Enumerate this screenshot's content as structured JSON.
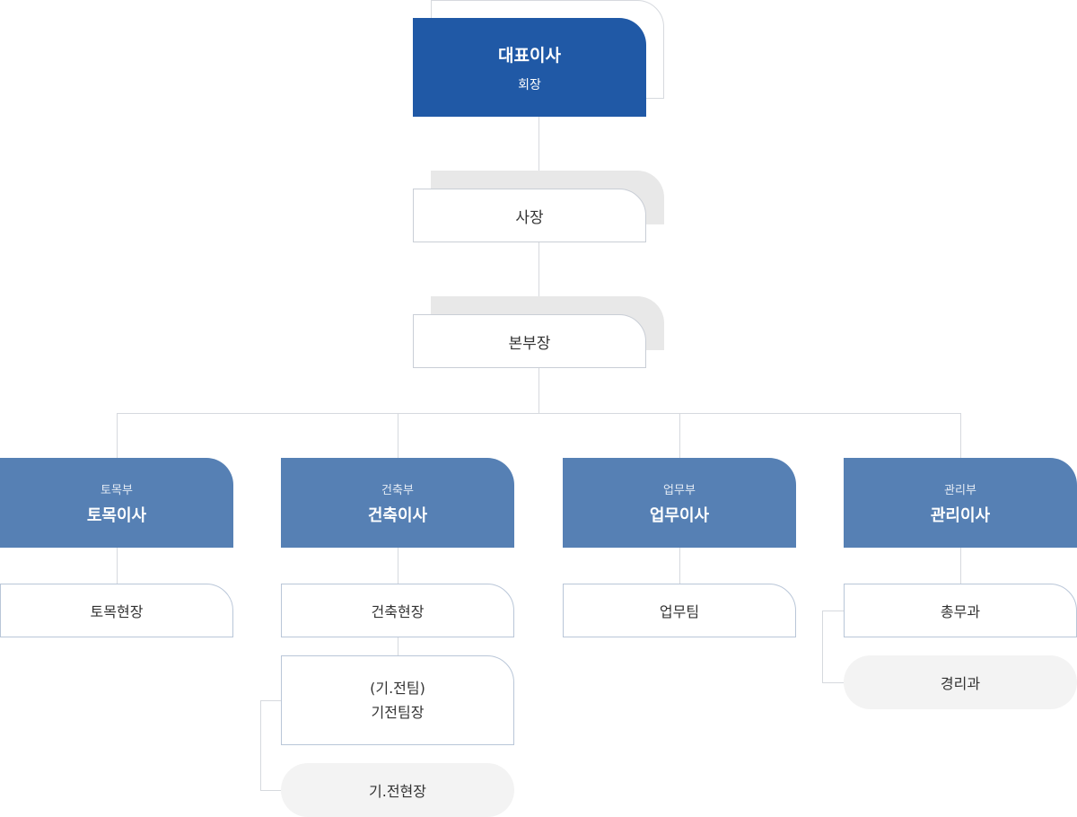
{
  "ceo": {
    "title": "대표이사",
    "subtitle": "회장"
  },
  "president": {
    "label": "사장"
  },
  "general_manager": {
    "label": "본부장"
  },
  "departments": [
    {
      "dept": "토목부",
      "director": "토목이사"
    },
    {
      "dept": "건축부",
      "director": "건축이사"
    },
    {
      "dept": "업무부",
      "director": "업무이사"
    },
    {
      "dept": "관리부",
      "director": "관리이사"
    }
  ],
  "teams": {
    "civil_site": "토목현장",
    "arch_site": "건축현장",
    "mep_team_line1": "(기.전팀)",
    "mep_team_line2": "기전팀장",
    "mep_site": "기.전현장",
    "business_team": "업무팀",
    "general_affairs": "총무과",
    "accounting": "경리과"
  },
  "colors": {
    "ceo": "#2059a6",
    "director": "#5680b4",
    "connector": "#d6d9de",
    "pill": "#f3f3f3"
  }
}
